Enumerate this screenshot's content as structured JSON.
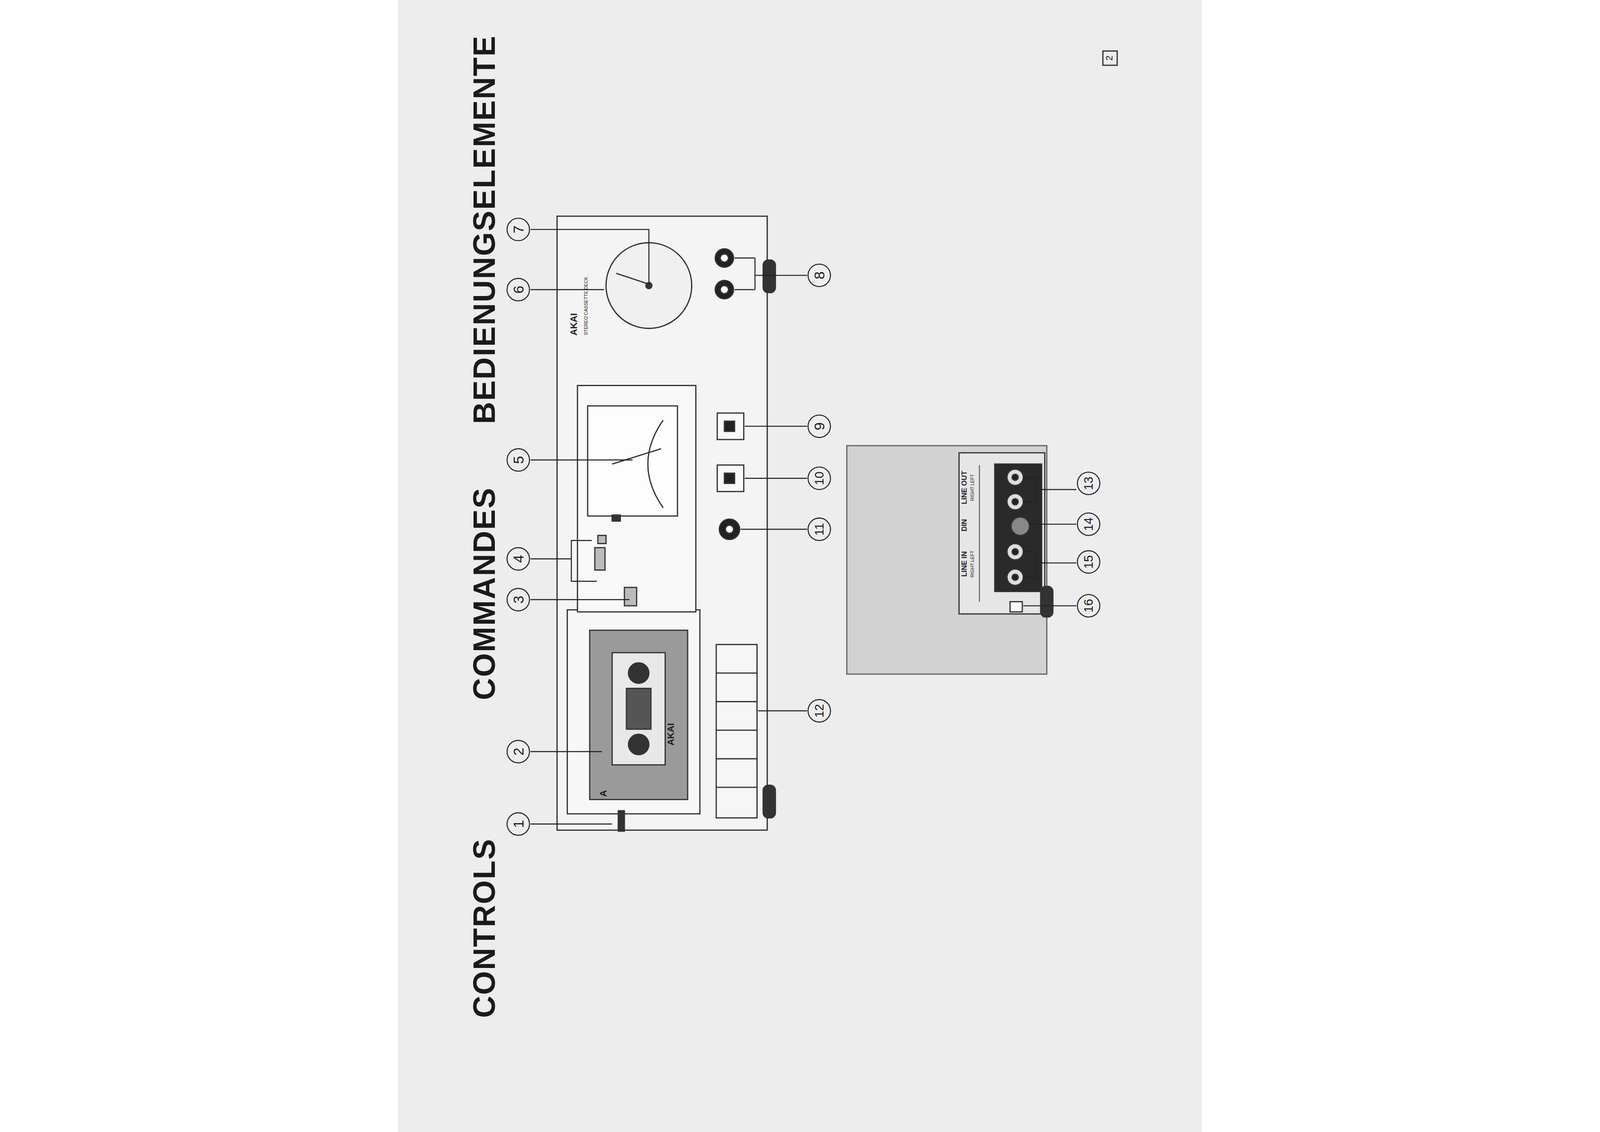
{
  "diagram": {
    "labels": [
      "CONTROLS",
      "COMMANDES",
      "BEDIENUNGSELEMENTE",
      "1",
      "2",
      "3",
      "4",
      "5",
      "6",
      "7",
      "8",
      "9",
      "10",
      "11",
      "12",
      "13",
      "14",
      "15",
      "16",
      "AKAI",
      "STEREO CASSETTE DECK",
      "A",
      "AKAI",
      "LINE IN",
      "DIN",
      "LINE OUT",
      "RIGHT LEFT",
      "RIGHT LEFT",
      "2"
    ]
  }
}
